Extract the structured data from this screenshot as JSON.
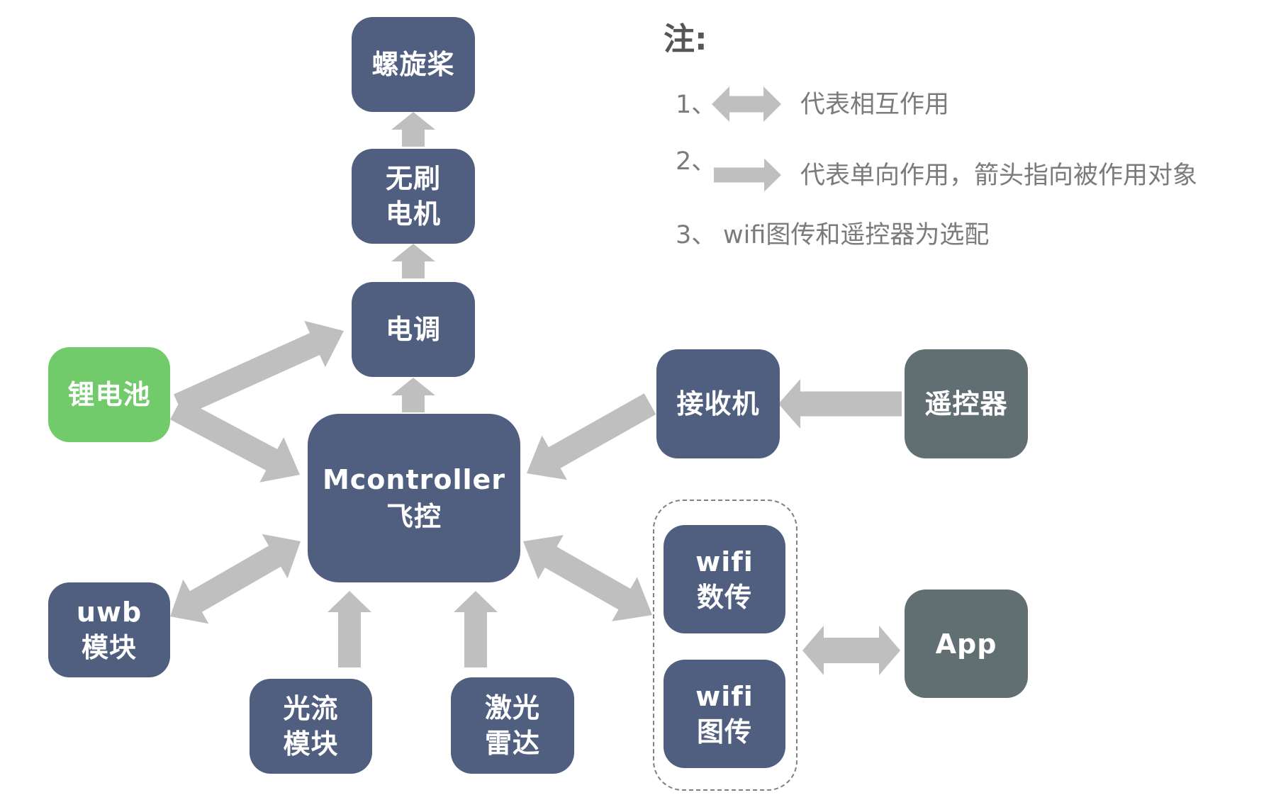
{
  "colors": {
    "module": "#505f80",
    "power": "#72cb6a",
    "external": "#616f72",
    "arrow": "#bfbfbf",
    "legend_title": "#555555",
    "legend_text": "#7b7b7b",
    "group_border": "#808080"
  },
  "nodes": {
    "propeller": {
      "lines": [
        "螺旋桨"
      ]
    },
    "motor": {
      "lines": [
        "无刷",
        "电机"
      ]
    },
    "esc": {
      "lines": [
        "电调"
      ]
    },
    "flight_controller": {
      "lines": [
        "Mcontroller",
        "飞控"
      ]
    },
    "battery": {
      "lines": [
        "锂电池"
      ]
    },
    "uwb": {
      "lines": [
        "uwb",
        "模块"
      ]
    },
    "optical_flow": {
      "lines": [
        "光流",
        "模块"
      ]
    },
    "laser_radar": {
      "lines": [
        "激光",
        "雷达"
      ]
    },
    "receiver": {
      "lines": [
        "接收机"
      ]
    },
    "remote_controller": {
      "lines": [
        "遥控器"
      ]
    },
    "wifi_data": {
      "lines": [
        "wifi",
        "数传"
      ]
    },
    "wifi_image": {
      "lines": [
        "wifi",
        "图传"
      ]
    },
    "app": {
      "lines": [
        "App"
      ]
    }
  },
  "edges": [
    {
      "from": "motor",
      "to": "propeller",
      "type": "one-way"
    },
    {
      "from": "esc",
      "to": "motor",
      "type": "one-way"
    },
    {
      "from": "flight_controller",
      "to": "esc",
      "type": "one-way"
    },
    {
      "from": "battery",
      "to": "esc",
      "type": "one-way"
    },
    {
      "from": "battery",
      "to": "flight_controller",
      "type": "one-way"
    },
    {
      "from": "uwb",
      "to": "flight_controller",
      "type": "two-way"
    },
    {
      "from": "optical_flow",
      "to": "flight_controller",
      "type": "one-way"
    },
    {
      "from": "laser_radar",
      "to": "flight_controller",
      "type": "one-way"
    },
    {
      "from": "receiver",
      "to": "flight_controller",
      "type": "one-way"
    },
    {
      "from": "remote_controller",
      "to": "receiver",
      "type": "one-way"
    },
    {
      "from": "flight_controller",
      "to": "optional_wifi_group",
      "type": "two-way"
    },
    {
      "from": "optional_wifi_group",
      "to": "app",
      "type": "two-way"
    }
  ],
  "legend": {
    "title": "注:",
    "items": [
      {
        "number": "1、",
        "symbol": "two-way-arrow",
        "text": "代表相互作用"
      },
      {
        "number": "2、",
        "symbol": "one-way-arrow",
        "text": "代表单向作用，箭头指向被作用对象"
      },
      {
        "number": "3、",
        "symbol": "",
        "text": "wifi图传和遥控器为选配"
      }
    ]
  }
}
